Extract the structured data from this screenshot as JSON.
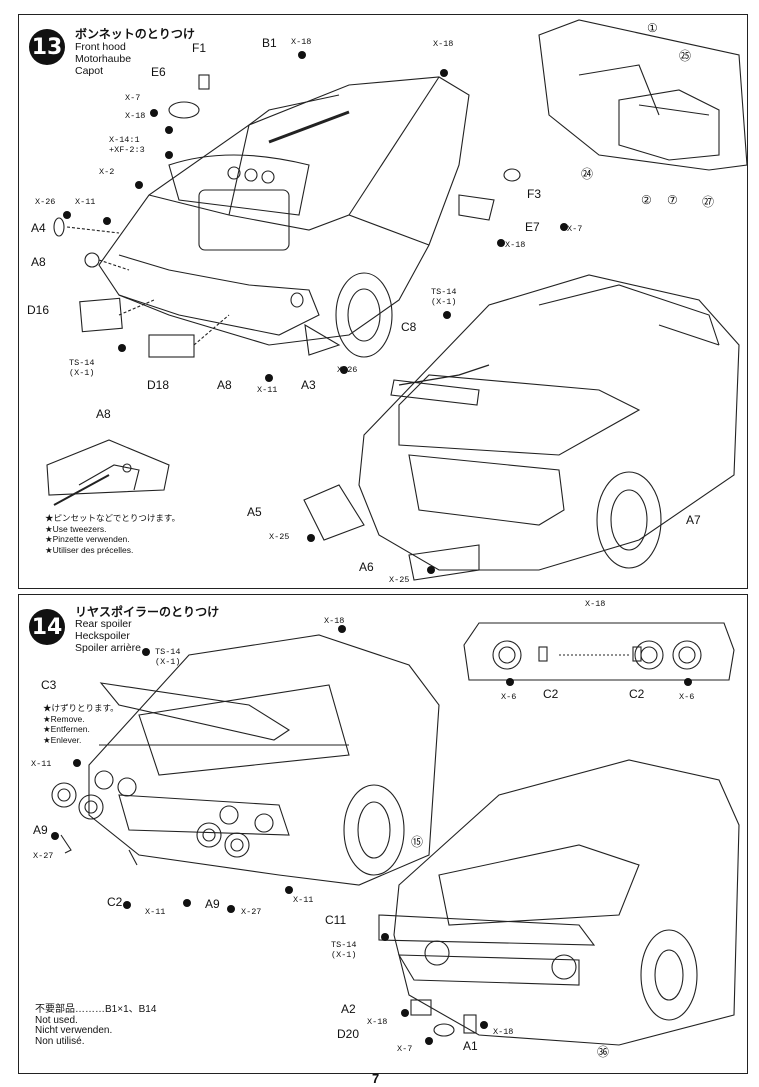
{
  "step13": {
    "number": "13",
    "title_jp": "ボンネットのとりつけ",
    "title_en": "Front hood",
    "title_de": "Motorhaube",
    "title_fr": "Capot",
    "labels": {
      "F1": "F1",
      "E6": "E6",
      "B1": "B1",
      "A4": "A4",
      "A8": "A8",
      "D16": "D16",
      "D18": "D18",
      "A8b": "A8",
      "A3": "A3",
      "F3": "F3",
      "E7": "E7",
      "C8": "C8",
      "A5": "A5",
      "A6": "A6",
      "A7": "A7",
      "A8detail": "A8"
    },
    "codes": {
      "x7a": "X-7",
      "x18a": "X-18",
      "x14xf2": "X-14:1\n+XF-2:3",
      "x2": "X-2",
      "x26a": "X-26",
      "x11a": "X-11",
      "ts14a": "TS-14\n(X-1)",
      "x11b": "X-11",
      "x26b": "X-26",
      "x18b": "X-18",
      "x18c": "X-18",
      "x7b": "X-7",
      "x18d": "X-18",
      "ts14b": "TS-14\n(X-1)",
      "x25a": "X-25",
      "x25b": "X-25"
    },
    "callouts": [
      "①",
      "㉕",
      "㉔",
      "②",
      "⑦",
      "㉗"
    ],
    "tweezers_note": [
      "★ピンセットなどでとりつけます。",
      "★Use tweezers.",
      "★Pinzette verwenden.",
      "★Utiliser des précelles."
    ]
  },
  "step14": {
    "number": "14",
    "title_jp": "リヤスポイラーのとりつけ",
    "title_en": "Rear spoiler",
    "title_de": "Heckspoiler",
    "title_fr": "Spoiler arrière",
    "labels": {
      "C3": "C3",
      "A9a": "A9",
      "C2a": "C2",
      "A9b": "A9",
      "C11": "C11",
      "A2": "A2",
      "D20": "D20",
      "A1": "A1",
      "C2b": "C2",
      "C2c": "C2"
    },
    "codes": {
      "ts14a": "TS-14\n(X-1)",
      "x18a": "X-18",
      "x11a": "X-11",
      "x27a": "X-27",
      "x11b": "X-11",
      "x27b": "X-27",
      "x11c": "X-11",
      "x18top": "X-18",
      "x6a": "X-6",
      "x6b": "X-6",
      "ts14b": "TS-14\n(X-1)",
      "x18b": "X-18",
      "x7": "X-7",
      "x18c": "X-18"
    },
    "remove_note": [
      "★けずりとります。",
      "★Remove.",
      "★Entfernen.",
      "★Enlever."
    ],
    "callouts": [
      "⑮",
      "㊱"
    ],
    "unused_jp": "不要部品………B1×1、B14",
    "unused_en": "Not used.",
    "unused_de": "Nicht verwenden.",
    "unused_fr": "Non utilisé."
  },
  "page_number": "7"
}
